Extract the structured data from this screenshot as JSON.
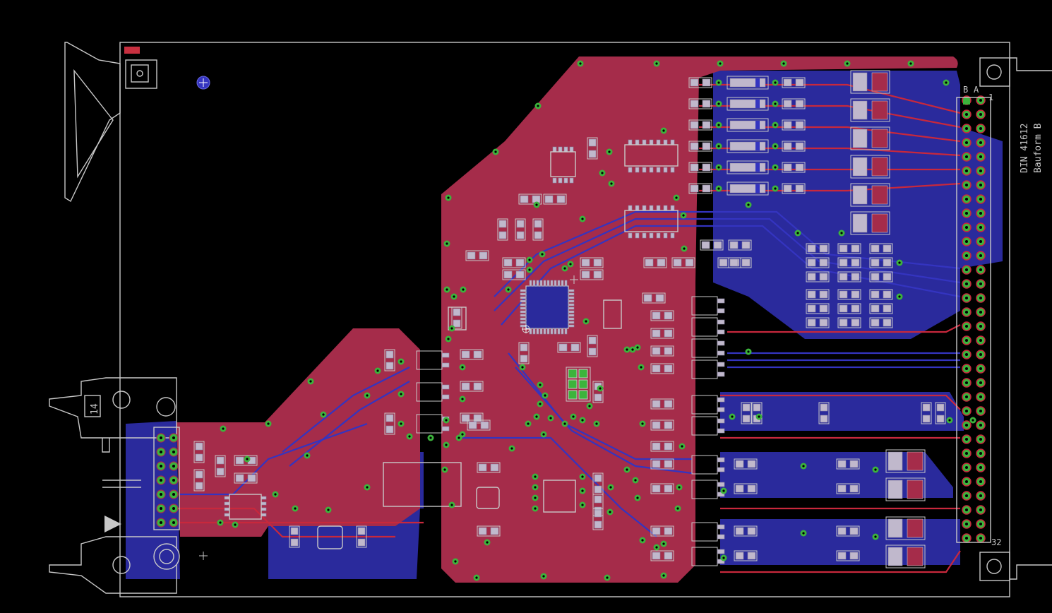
{
  "board": {
    "connector_label": "DIN 41612",
    "connector_form": "Bauform B",
    "row_label_b": "B",
    "row_label_a": "A",
    "pin_first": "1",
    "pin_last": "32",
    "front_label": "14"
  },
  "colors": {
    "background": "#000000",
    "top_copper": "#a52c4a",
    "bottom_copper": "#2a2a9c",
    "top_trace": "#c8283c",
    "bottom_trace": "#3434c0",
    "via": "#3cb43c",
    "silkscreen": "#c8c8c8",
    "pad": "#c0b8cc"
  }
}
